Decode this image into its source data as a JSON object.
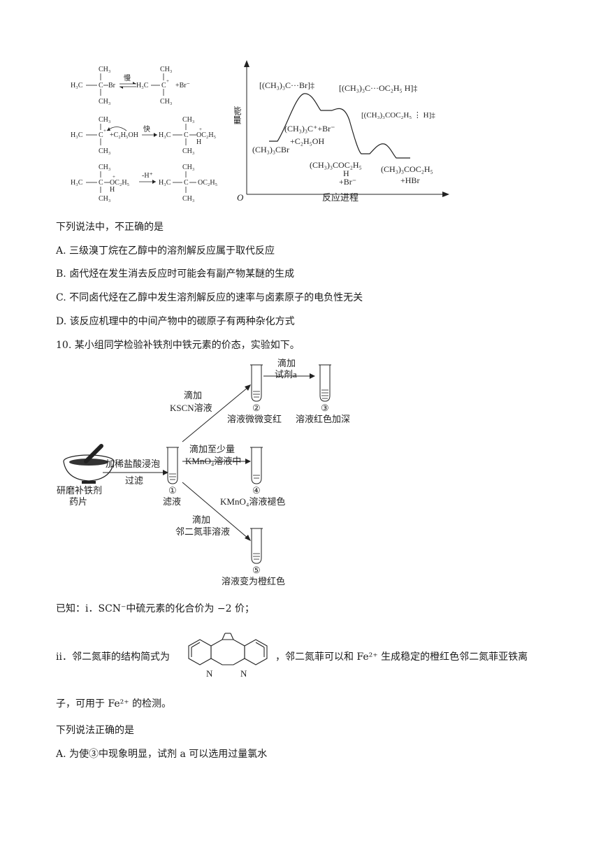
{
  "mechanism": {
    "step1": {
      "left": "H₃C—C—Br",
      "rate": "慢",
      "product": "H₃C—C⁺",
      "byproduct": "+Br⁻"
    },
    "step2": {
      "reagent": "+C₂H₅OH",
      "rate": "快"
    },
    "step3": {
      "rate": "-H⁺"
    },
    "ch3": "CH₃",
    "h3c": "H₃C",
    "c": "C",
    "oc2h5": "OC₂H₅"
  },
  "energy_diagram": {
    "y_label": "能量",
    "x_label": "反应进程",
    "origin": "O",
    "ts1": "[(CH₃)₃C···Br]‡",
    "ts2": "[(CH₃)₃C···OC₂H₅ H]‡",
    "ts3": "[(CH₃)₃COC₂H₅ ⋮ H]‡",
    "reactant": "(CH₃)₃CBr",
    "int1a": "(CH₃)₃C⁺+Br⁻",
    "int1b": "+C₂H₅OH",
    "int2a": "(CH₃)₃COC₂H₅",
    "int2b": "H",
    "int2c": "+Br⁻",
    "prod_a": "(CH₃)₃COC₂H₅",
    "prod_b": "+HBr"
  },
  "q9": {
    "stem": "下列说法中，不正确的是",
    "options": [
      "A. 三级溴丁烷在乙醇中的溶剂解反应属于取代反应",
      "B. 卤代烃在发生消去反应时可能会有副产物某醚的生成",
      "C. 不同卤代烃在乙醇中发生溶剂解反应的速率与卤素原子的电负性无关",
      "D. 该反应机理中的中间产物中的碳原子有两种杂化方式"
    ]
  },
  "q10": {
    "stem": "10. 某小组同学检验补铁剂中铁元素的价态，实验如下。",
    "flow": {
      "start_1": "研磨补铁剂",
      "start_2": "药片",
      "step_top": "加稀盐酸浸泡",
      "step_bottom": "过滤",
      "tube1_num": "①",
      "tube1_label": "滤液",
      "arrow_up_1": "滴加",
      "arrow_up_2": "KSCN溶液",
      "tube2_num": "②",
      "tube2_label": "溶液微微变红",
      "arrow_a_1": "滴加",
      "arrow_a_2": "试剂a",
      "tube3_num": "③",
      "tube3_label": "溶液红色加深",
      "arrow_mid_1": "滴加至少量",
      "arrow_mid_2": "KMnO₄溶液中",
      "tube4_num": "④",
      "tube4_label": "KMnO₄溶液褪色",
      "arrow_down_1": "滴加",
      "arrow_down_2": "邻二氮菲溶液",
      "tube5_num": "⑤",
      "tube5_label": "溶液变为橙红色"
    },
    "known_i": "已知：ⅰ．SCN⁻中硫元素的化合价为 −2 价；",
    "known_ii": "ⅱ．邻二氮菲的结构简式为",
    "known_ii_tail": "，邻二氮菲可以和 Fe²⁺ 生成稳定的橙红色邻二氮菲亚铁离",
    "known_ii_cont": "子，可用于 Fe²⁺ 的检测。",
    "n_label": "N",
    "stem2": "下列说法正确的是",
    "option_a": "A. 为使③中现象明显，试剂 a 可以选用过量氯水"
  }
}
